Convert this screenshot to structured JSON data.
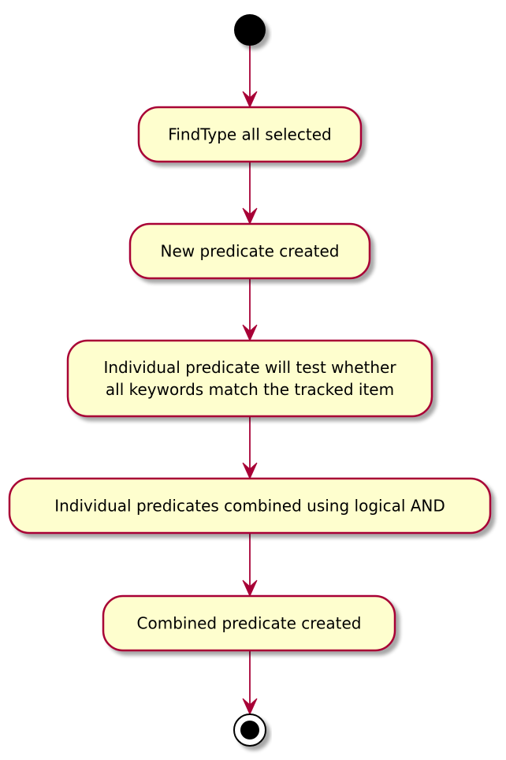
{
  "colors": {
    "node_fill": "#FEFECE",
    "node_stroke": "#A80036",
    "arrow": "#A80036",
    "shadow": "#c8c8c8",
    "start": "#000000",
    "end_fill": "#000000",
    "end_ring": "#000000"
  },
  "nodes": [
    {
      "id": "findtype",
      "lines": [
        "FindType all selected"
      ]
    },
    {
      "id": "new-predicate",
      "lines": [
        "New predicate created"
      ]
    },
    {
      "id": "individual-predicate",
      "lines": [
        "Individual predicate will test whether",
        "all keywords match the tracked item"
      ]
    },
    {
      "id": "combine-and",
      "lines": [
        "Individual predicates combined using logical AND"
      ]
    },
    {
      "id": "combined-predicate",
      "lines": [
        "Combined predicate created"
      ]
    }
  ],
  "edges": [
    {
      "from": "start",
      "to": "findtype"
    },
    {
      "from": "findtype",
      "to": "new-predicate"
    },
    {
      "from": "new-predicate",
      "to": "individual-predicate"
    },
    {
      "from": "individual-predicate",
      "to": "combine-and"
    },
    {
      "from": "combine-and",
      "to": "combined-predicate"
    },
    {
      "from": "combined-predicate",
      "to": "end"
    }
  ]
}
